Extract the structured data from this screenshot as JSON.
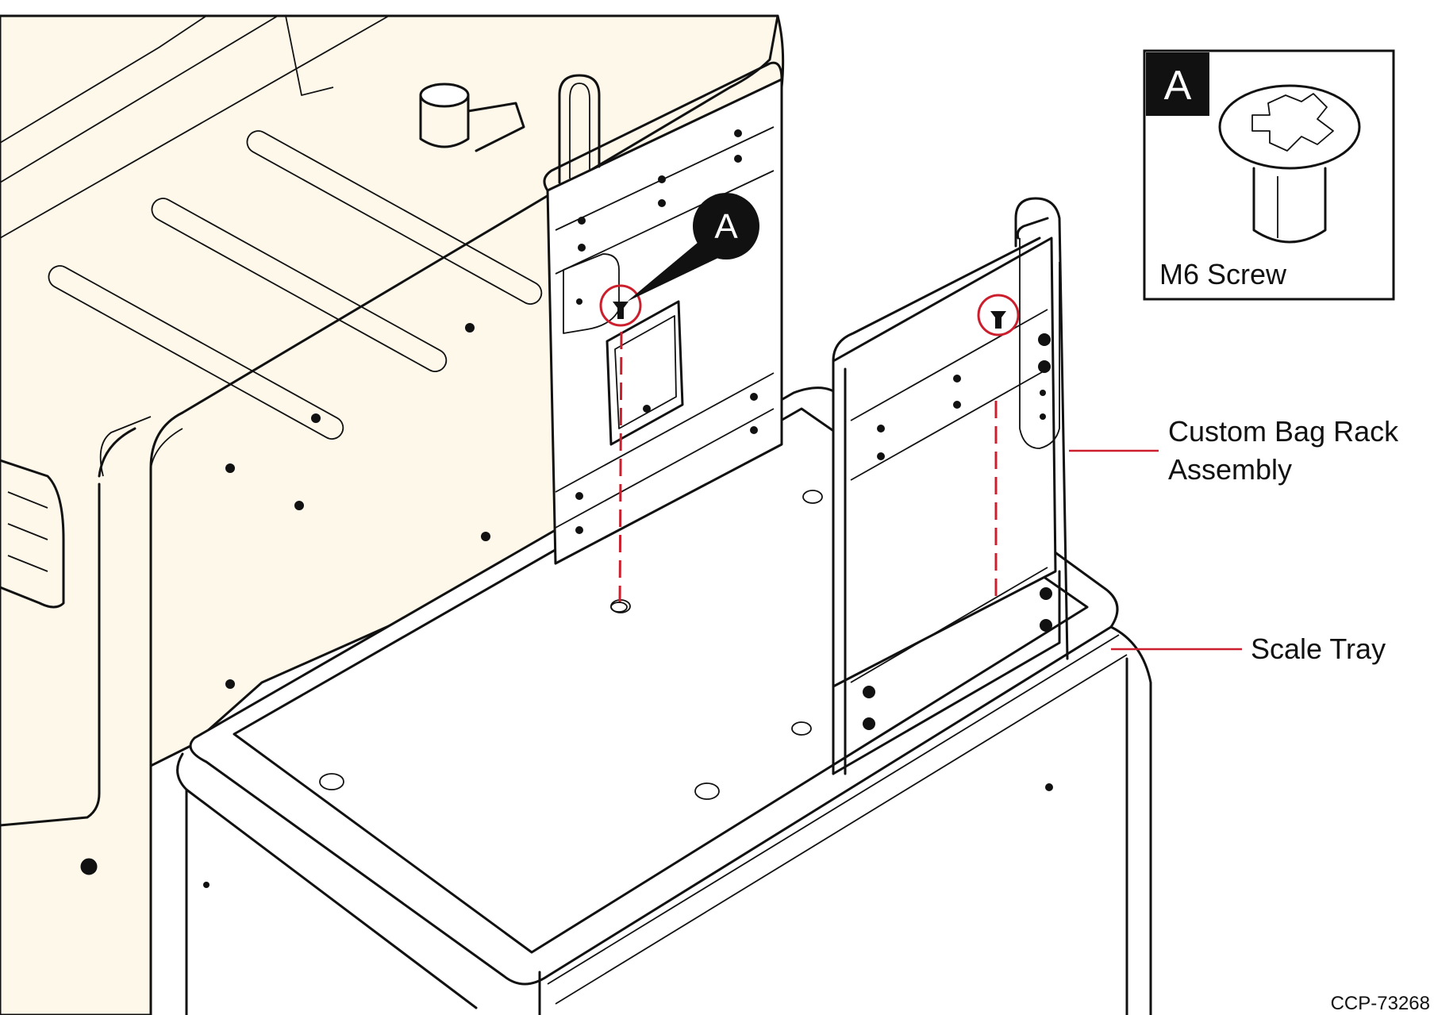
{
  "callout": {
    "letter": "A"
  },
  "detail_box": {
    "letter": "A",
    "caption": "M6 Screw"
  },
  "labels": {
    "bag_rack_line1": "Custom Bag Rack",
    "bag_rack_line2": "Assembly",
    "scale_tray": "Scale Tray"
  },
  "figure_code": "CCP-73268",
  "colors": {
    "cream_body": "#fdf8ea",
    "annotation_red": "#cc1f2d",
    "line": "#111111"
  }
}
